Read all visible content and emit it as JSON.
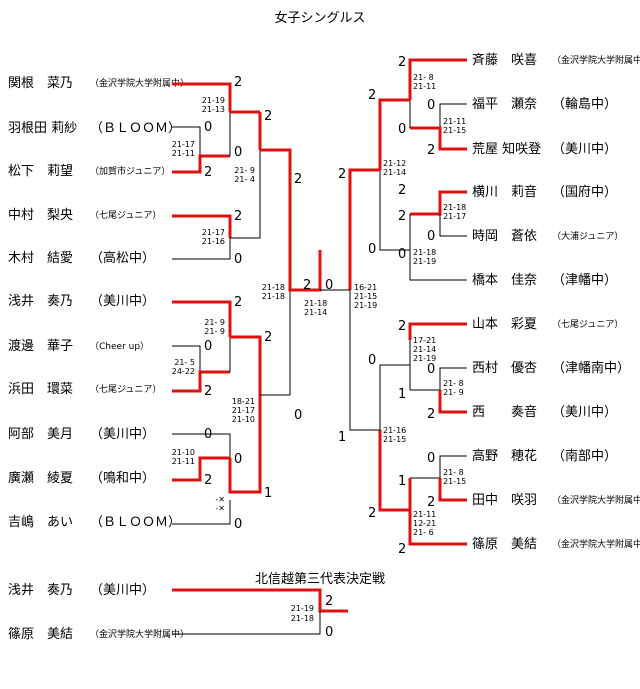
{
  "title": "女子シングルス",
  "left_players": [
    {
      "name": "関根　菜乃",
      "team": "（金沢学院大学附属中）",
      "small": true
    },
    {
      "name": "羽根田 莉紗",
      "team": "（ＢＬＯＯＭ）",
      "small": false
    },
    {
      "name": "松下　莉望",
      "team": "（加賀市ジュニア）",
      "small": true
    },
    {
      "name": "中村　梨央",
      "team": "（七尾ジュニア）",
      "small": true
    },
    {
      "name": "木村　結愛",
      "team": "（高松中）",
      "small": false
    },
    {
      "name": "浅井　奏乃",
      "team": "（美川中）",
      "small": false
    },
    {
      "name": "渡邊　華子",
      "team": "（Cheer up）",
      "small": true
    },
    {
      "name": "浜田　環菜",
      "team": "（七尾ジュニア）",
      "small": true
    },
    {
      "name": "阿部　美月",
      "team": "（美川中）",
      "small": false
    },
    {
      "name": "廣瀬　綾夏",
      "team": "（鳴和中）",
      "small": false
    },
    {
      "name": "吉嶋　あい",
      "team": "（ＢＬＯＯＭ）",
      "small": false
    }
  ],
  "right_players": [
    {
      "name": "斉藤　咲喜",
      "team": "（金沢学院大学附属中）",
      "small": true
    },
    {
      "name": "福平　瀬奈",
      "team": "（輪島中）",
      "small": false
    },
    {
      "name": "荒屋 知咲登",
      "team": "（美川中）",
      "small": false
    },
    {
      "name": "横川　莉音",
      "team": "（国府中）",
      "small": false
    },
    {
      "name": "時岡　蒼依",
      "team": "（大浦ジュニア）",
      "small": true
    },
    {
      "name": "橋本　佳奈",
      "team": "（津幡中）",
      "small": false
    },
    {
      "name": "山本　彩夏",
      "team": "（七尾ジュニア）",
      "small": true
    },
    {
      "name": "西村　優杏",
      "team": "（津幡南中）",
      "small": false
    },
    {
      "name": "西　　奏音",
      "team": "（美川中）",
      "small": false
    },
    {
      "name": "高野　穂花",
      "team": "（南部中）",
      "small": false
    },
    {
      "name": "田中　咲羽",
      "team": "（金沢学院大学附属中）",
      "small": true
    },
    {
      "name": "篠原　美結",
      "team": "（金沢学院大学附属中）",
      "small": true
    }
  ],
  "playoff": {
    "title": "北信越第三代表決定戦",
    "players": [
      {
        "name": "浅井　奏乃",
        "team": "（美川中）",
        "small": false
      },
      {
        "name": "篠原　美結",
        "team": "（金沢学院大学附属中）",
        "small": true
      }
    ],
    "scores": [
      "21-19",
      "21-18"
    ],
    "results": [
      "2",
      "0"
    ]
  },
  "left_results": {
    "r1": [
      "2",
      "0",
      "2",
      "2",
      "0",
      "2",
      "0",
      "2",
      "0",
      "2",
      "0"
    ],
    "r2": [
      "2",
      "0",
      "2",
      "0",
      "1"
    ],
    "r3": [
      "2",
      "0"
    ],
    "r4": [
      "2"
    ]
  },
  "right_results": {
    "r1": [
      "2",
      "0",
      "2",
      "2",
      "0",
      "2",
      "0",
      "1",
      "2",
      "0",
      "1",
      "2"
    ],
    "r2": [
      "0",
      "2",
      "2",
      "0",
      "0",
      "2"
    ],
    "r3": [
      "2",
      "0",
      "1",
      "2"
    ],
    "r4": [
      "2",
      "1"
    ],
    "final": [
      "0"
    ]
  },
  "left_scores": [
    [
      "21-19",
      "21-13"
    ],
    [
      "21-17",
      "21-11"
    ],
    [
      "21-  9",
      "21-  4"
    ],
    [
      "21-17",
      "21-16"
    ],
    [
      "21-18",
      "21-18"
    ],
    [
      "21-  9",
      "21-  9"
    ],
    [
      "21-  5",
      "24-22"
    ],
    [
      "18-21",
      "21-17",
      "21-10"
    ],
    [
      "21-10",
      "21-11"
    ],
    [
      "-✕",
      "-✕"
    ]
  ],
  "right_scores": [
    [
      "21-  8",
      "21-11"
    ],
    [
      "21-11",
      "21-15"
    ],
    [
      "21-12",
      "21-14"
    ],
    [
      "21-18",
      "21-17"
    ],
    [
      "21-18",
      "21-19"
    ],
    [
      "17-21",
      "21-14",
      "21-19"
    ],
    [
      "21-  8",
      "21-  9"
    ],
    [
      "21-16",
      "21-15"
    ],
    [
      "21-  8",
      "21-15"
    ],
    [
      "21-11",
      "12-21",
      "21-  6"
    ]
  ],
  "final_scores": {
    "left": [
      "21-18",
      "21-14"
    ],
    "right": [
      "16-21",
      "21-15",
      "21-19"
    ]
  }
}
